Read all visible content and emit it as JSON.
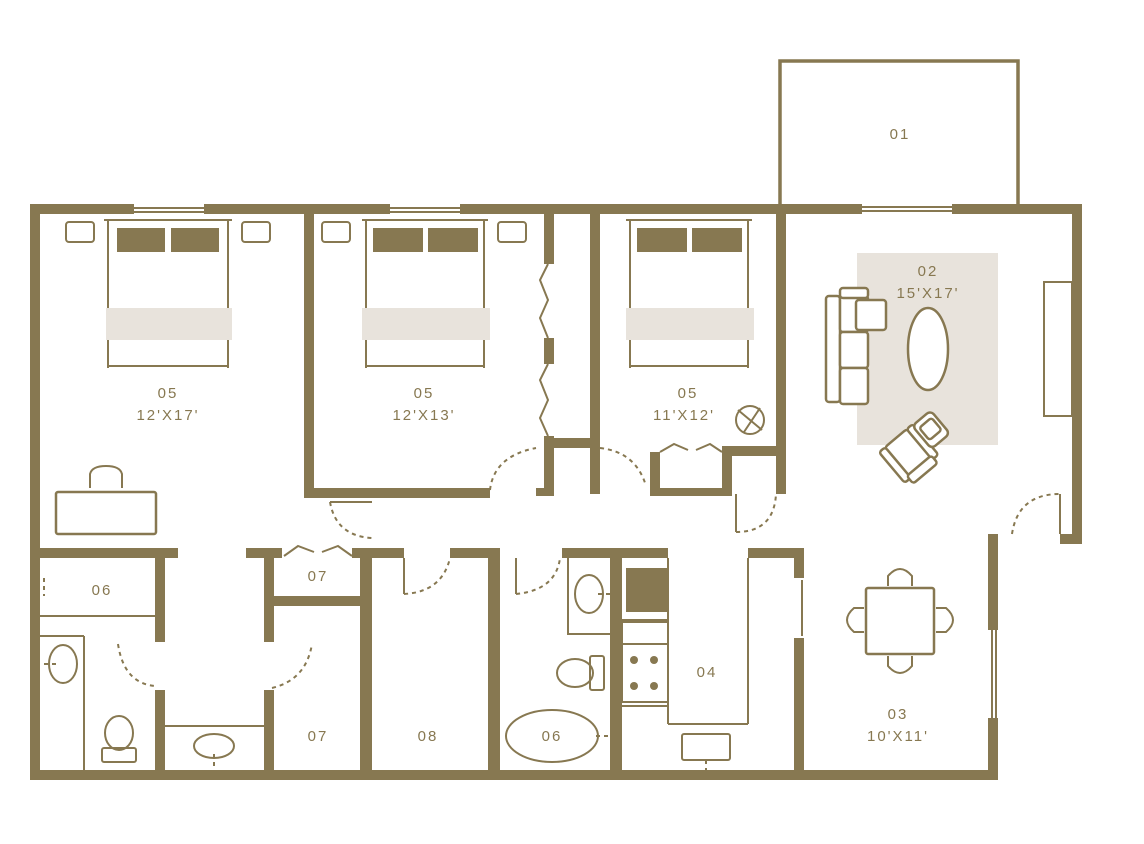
{
  "colors": {
    "wall": "#877851",
    "rug": "#e8e3dc",
    "background": "#ffffff"
  },
  "rooms": {
    "balcony": {
      "number": "01"
    },
    "living": {
      "number": "02",
      "size": "15'X17'"
    },
    "dining": {
      "number": "03",
      "size": "10'X11'"
    },
    "kitchen": {
      "number": "04"
    },
    "bedroom_1": {
      "number": "05",
      "size": "12'X17'"
    },
    "bedroom_2": {
      "number": "05",
      "size": "12'X13'"
    },
    "bedroom_3": {
      "number": "05",
      "size": "11'X12'"
    },
    "bath_1": {
      "number": "06"
    },
    "bath_2": {
      "number": "06"
    },
    "closet_1": {
      "number": "07"
    },
    "closet_2": {
      "number": "07"
    },
    "laundry": {
      "number": "08"
    }
  }
}
